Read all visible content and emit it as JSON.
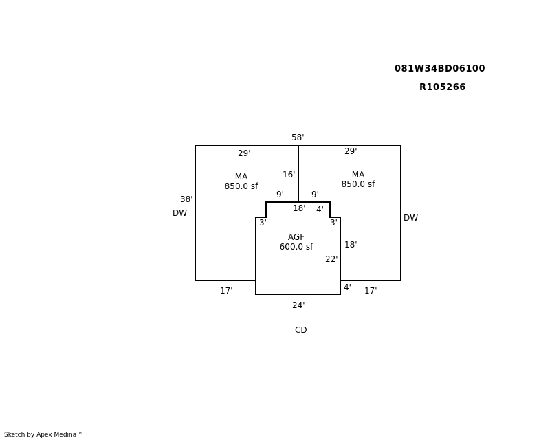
{
  "header": {
    "parcel_id": "081W34BD06100",
    "account_id": "R105266"
  },
  "plan": {
    "dim_total_width": "58'",
    "left_wing": {
      "code": "MA",
      "area": "850.0 sf",
      "dim_top": "29'",
      "dim_side": "38'",
      "dim_bottom": "17'",
      "adjacent": "DW"
    },
    "right_wing": {
      "code": "MA",
      "area": "850.0 sf",
      "dim_top": "29'",
      "dim_bottom": "17'",
      "adjacent": "DW"
    },
    "divider": {
      "dim_length": "16'",
      "dim_left_offset": "9'",
      "dim_right_offset": "9'"
    },
    "garage": {
      "code": "AGF",
      "area": "600.0 sf",
      "dim_top": "18'",
      "dim_left_step": "3'",
      "dim_right_step_w": "4'",
      "dim_right_step_h": "3'",
      "dim_right_side": "18'",
      "dim_inner_side": "22'",
      "dim_bottom_offset": "4'",
      "dim_bottom": "24'"
    },
    "below_label": "CD"
  },
  "footer": {
    "credit": "Sketch by Apex Medina™"
  }
}
